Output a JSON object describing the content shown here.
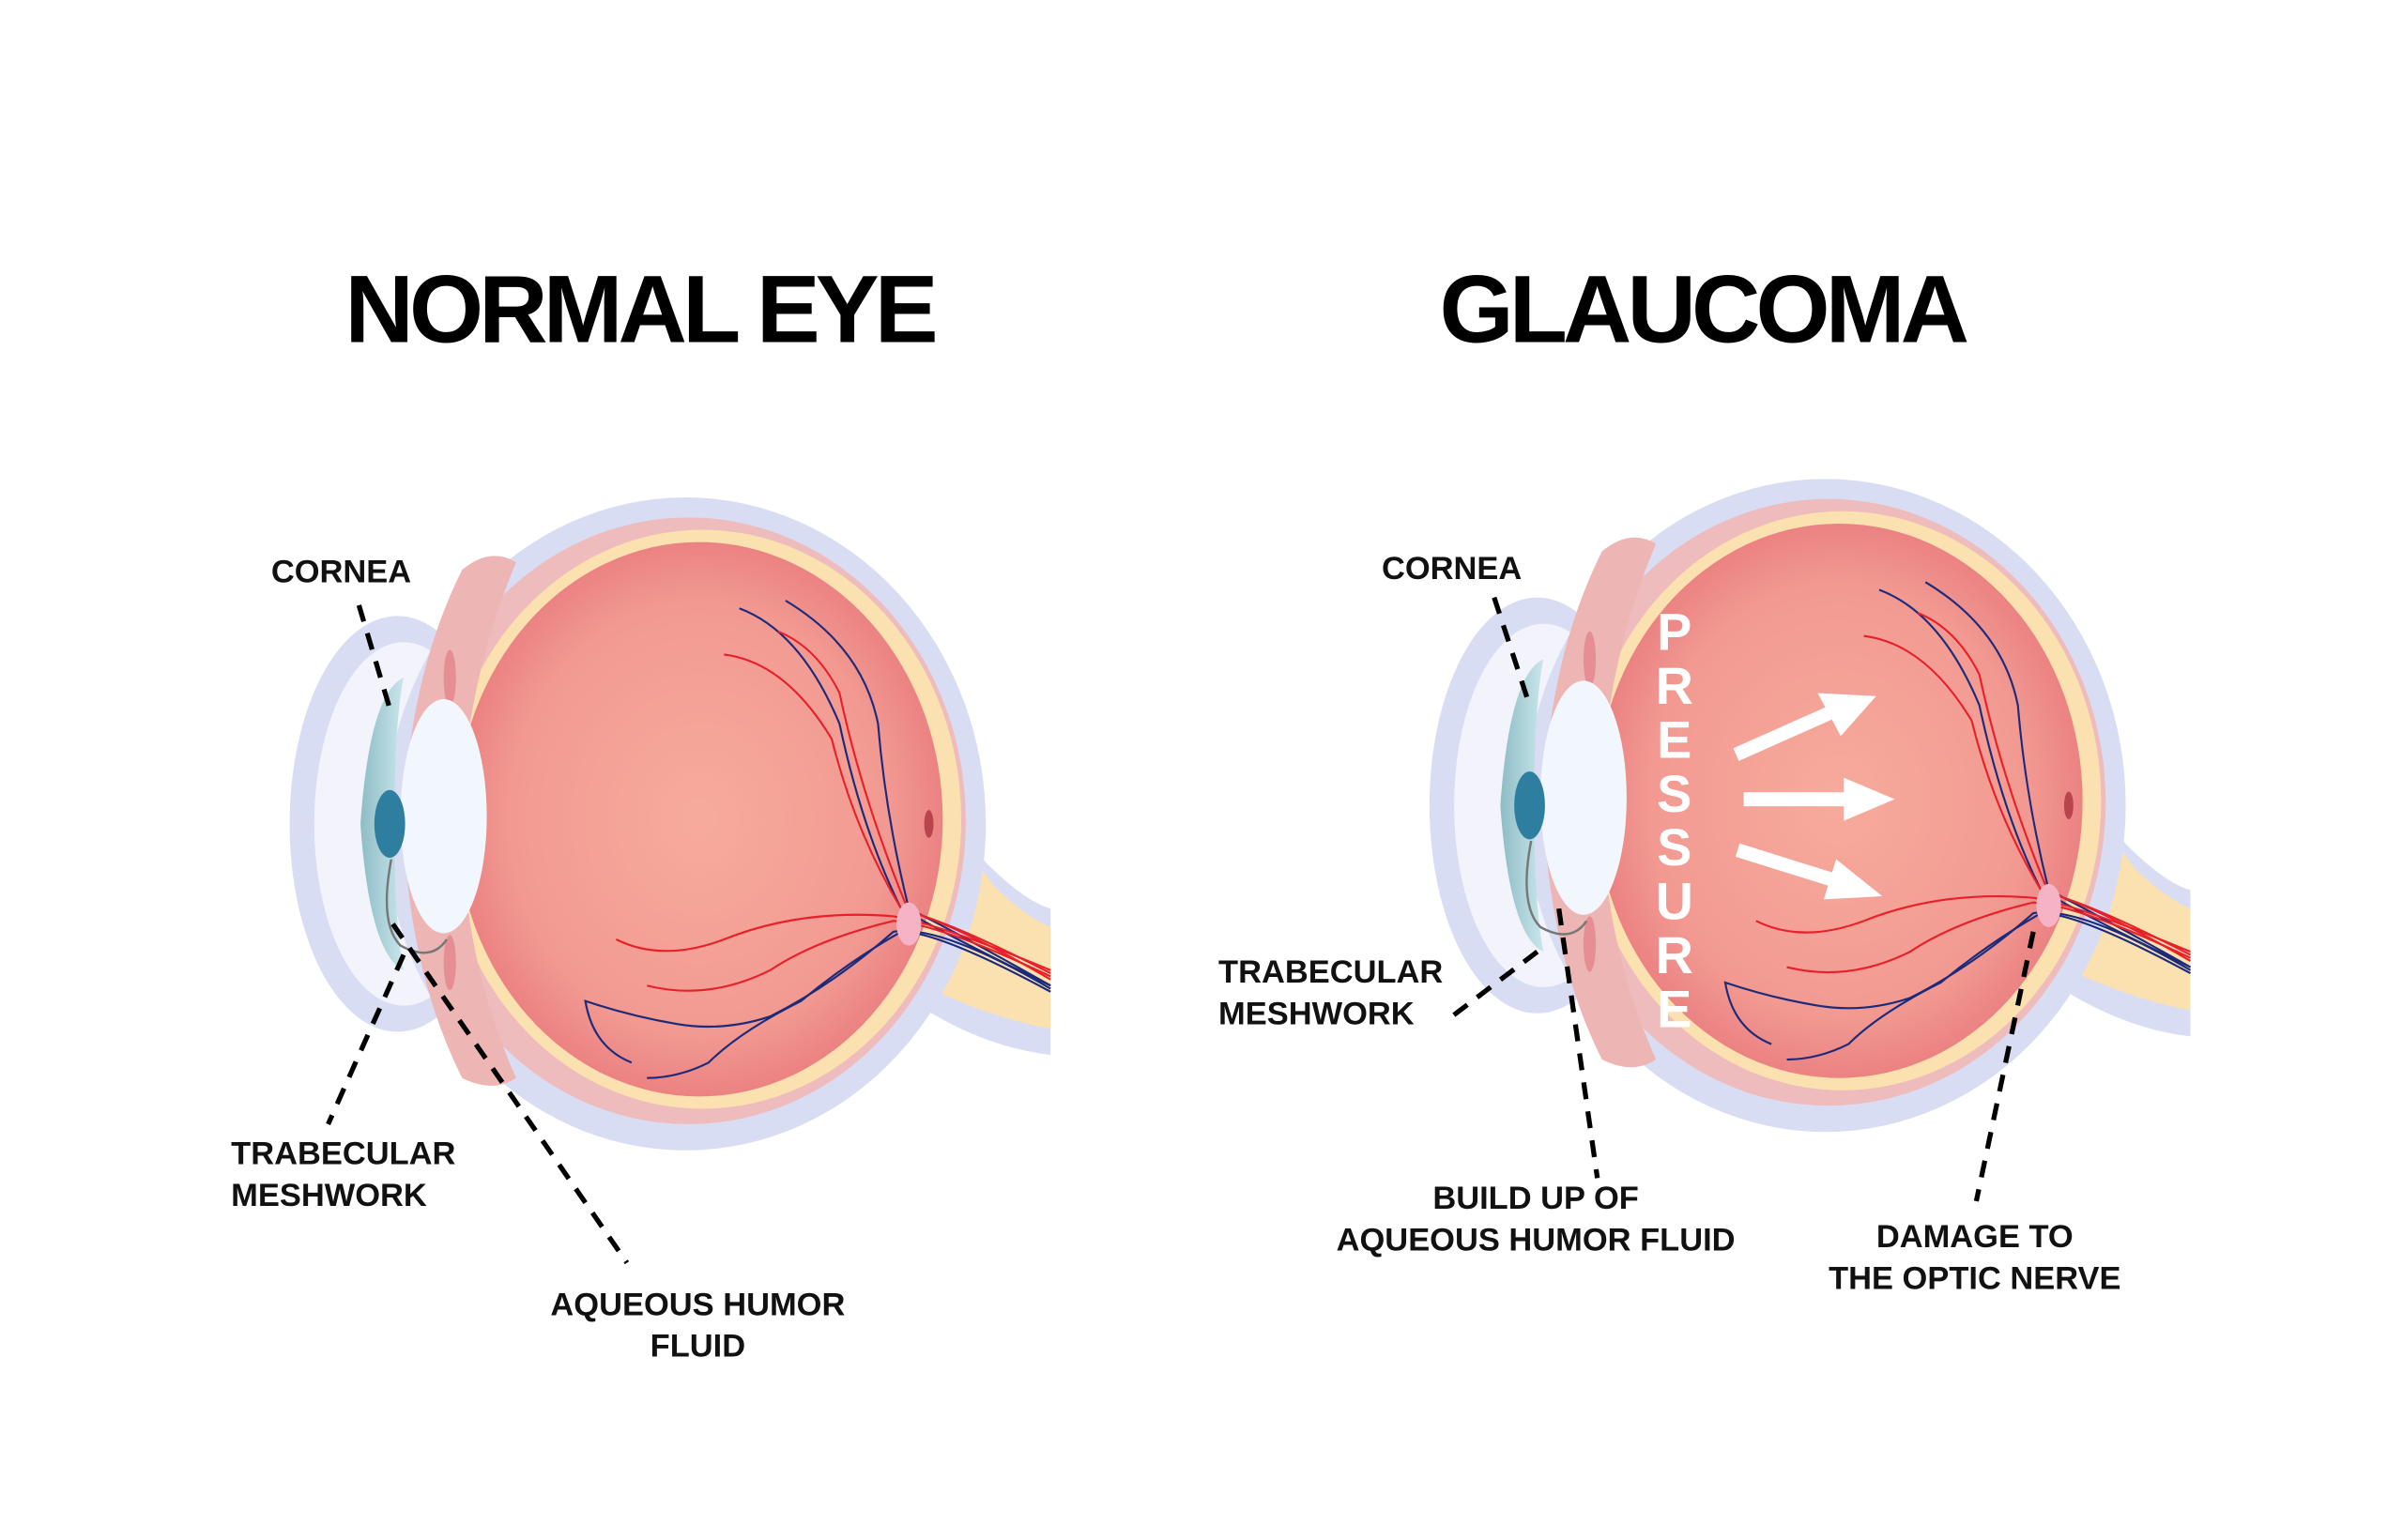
{
  "normal": {
    "title": "NORMAL EYE",
    "labels": {
      "cornea": "CORNEA",
      "trabecular_1": "TRABECULAR",
      "trabecular_2": "MESHWORK",
      "aqueous_1": "AQUEOUS HUMOR",
      "aqueous_2": "FLUID"
    }
  },
  "glaucoma": {
    "title": "GLAUCOMA",
    "pressure": [
      "P",
      "R",
      "E",
      "S",
      "S",
      "U",
      "R",
      "E"
    ],
    "labels": {
      "cornea": "CORNEA",
      "trabecular_1": "TRABECULAR",
      "trabecular_2": "MESHWORK",
      "buildup_1": "BUILD UP OF",
      "buildup_2": "AQUEOUS HUMOR FLUID",
      "damage_1": "DAMAGE TO",
      "damage_2": "THE OPTIC NERVE"
    }
  },
  "colors": {
    "sclera_outer": "#d9ddf3",
    "choroid_yellow": "#fbe0b0",
    "retina": "#ec8284",
    "cornea": "#a9d3da",
    "iris": "#2e7ea0",
    "artery": "#e8202a",
    "vein": "#1b2a7a"
  }
}
